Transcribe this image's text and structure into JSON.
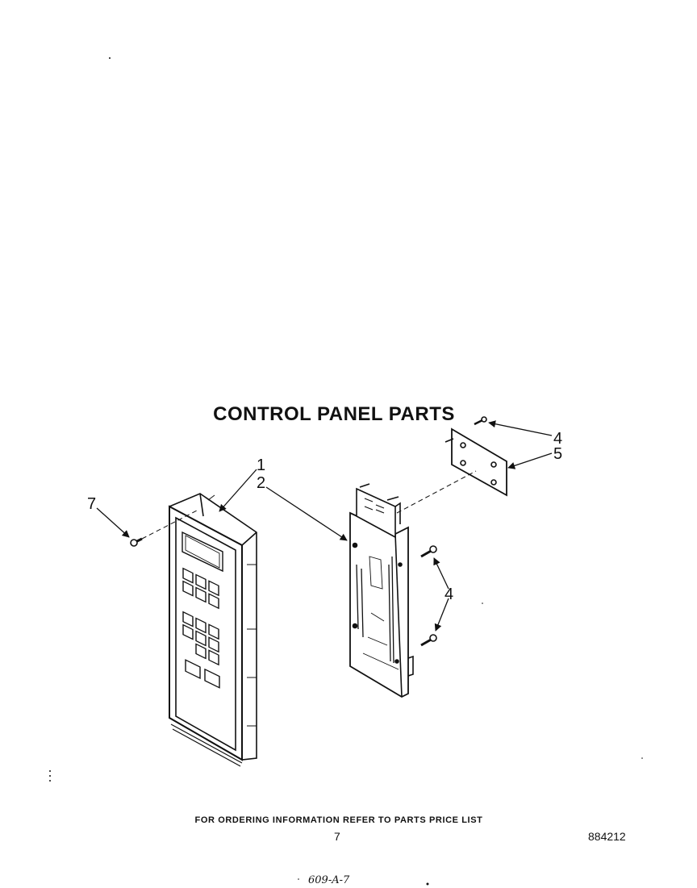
{
  "page": {
    "title": "CONTROL PANEL PARTS",
    "footer_note": "FOR ORDERING INFORMATION REFER TO PARTS PRICE LIST",
    "page_number": "7",
    "diagram_number": "884212",
    "handwritten_note": "609-A-7"
  },
  "callouts": {
    "c1": "1",
    "c2": "2",
    "c4_top": "4",
    "c5": "5",
    "c4_mid": "4",
    "c7": "7"
  },
  "colors": {
    "ink": "#111111",
    "paper": "#ffffff"
  }
}
